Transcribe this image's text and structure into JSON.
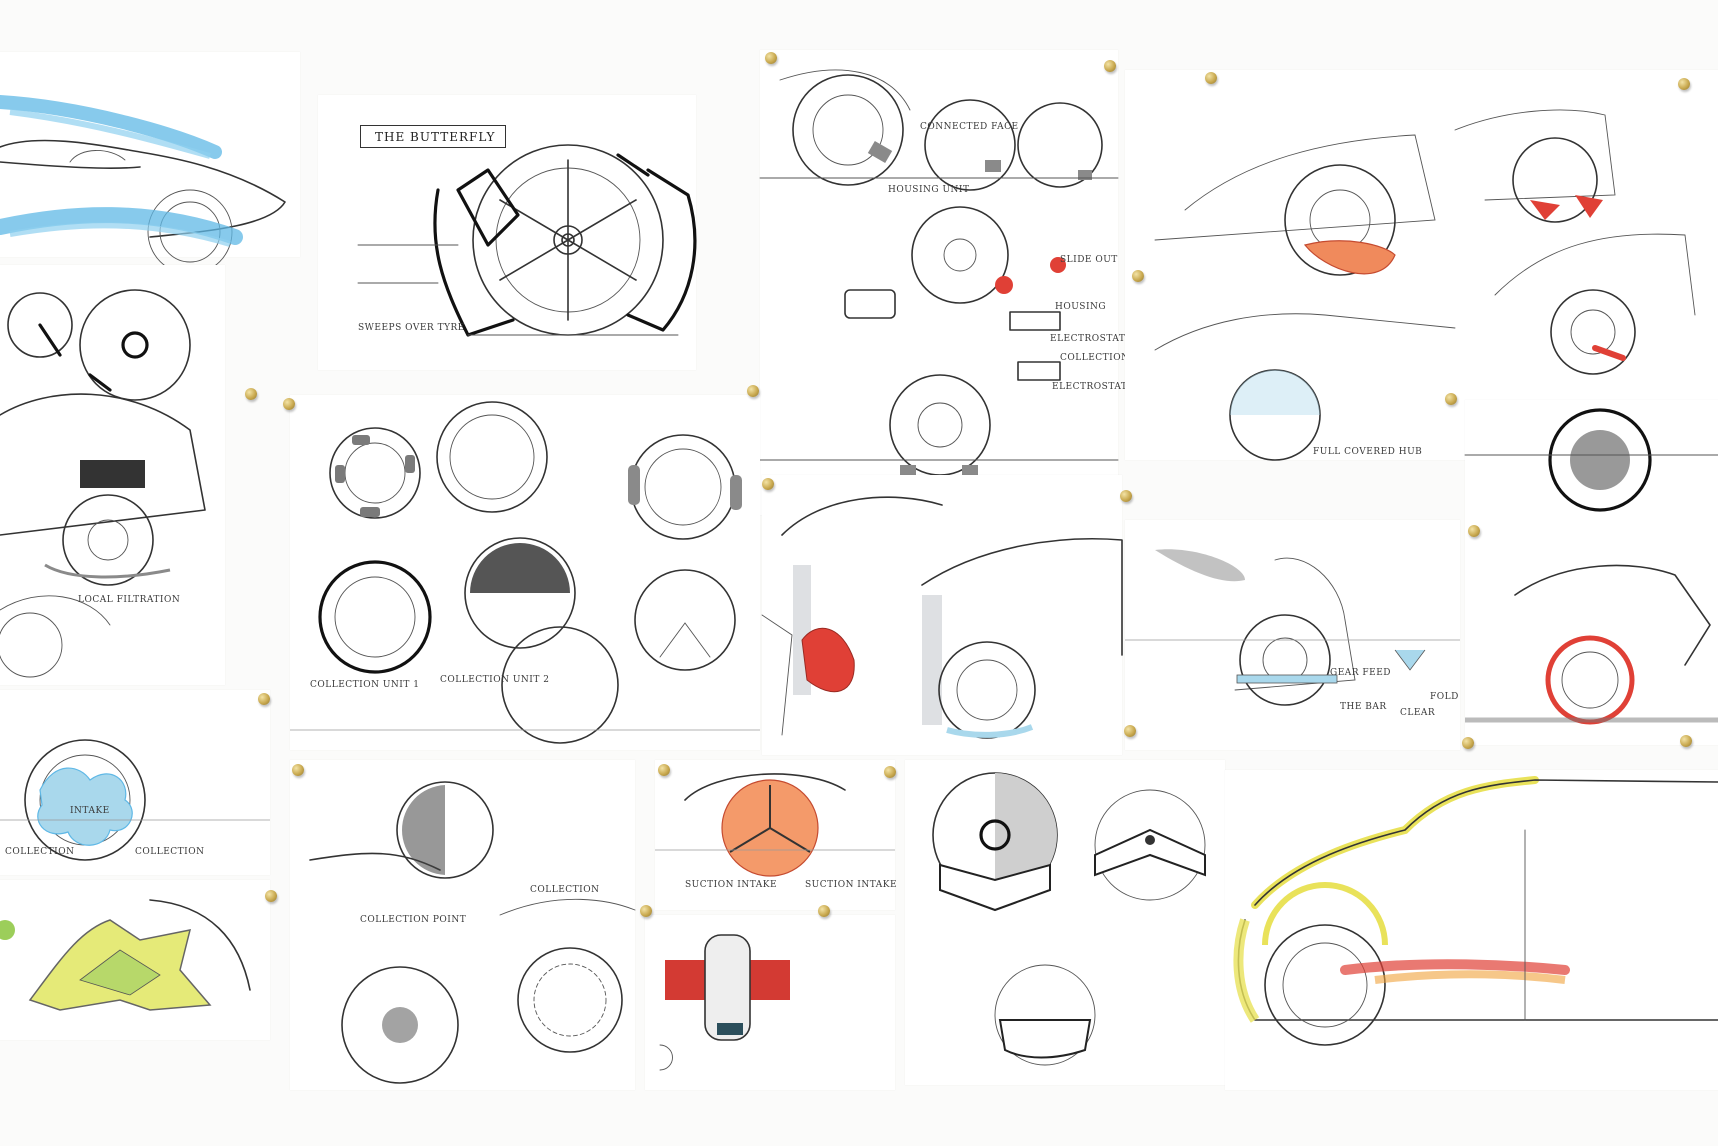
{
  "board": {
    "background": "#fbfbfa"
  },
  "labels": {
    "butterfly_title": "THE BUTTERFLY",
    "sweeps_over_tyre": "SWEEPS OVER TYRE",
    "connected_face": "CONNECTED FACE",
    "housing_unit": "HOUSING UNIT",
    "slide_out": "SLIDE OUT",
    "housing": "HOUSING",
    "electrostatic": "ELECTROSTATIC",
    "collection": "COLLECTION",
    "electrostatic_2": "ELECTROSTATIC",
    "local_filtration": "LOCAL FILTRATION",
    "collection_unit_1": "COLLECTION UNIT 1",
    "collection_unit_2": "COLLECTION UNIT 2",
    "full_covered_hub": "FULL COVERED HUB",
    "gear_feed": "GEAR FEED",
    "the_bar": "THE BAR",
    "fold": "FOLD",
    "clear": "CLEAR",
    "intake": "INTAKE",
    "collection_left": "COLLECTION",
    "collection_right": "COLLECTION",
    "collection_point": "COLLECTION POINT",
    "collection_label": "COLLECTION",
    "suction_intake_left": "SUCTION INTAKE",
    "suction_intake_right": "SUCTION INTAKE"
  },
  "colors": {
    "marker_blue": "#5fb8e6",
    "marker_red": "#e04036",
    "marker_orange": "#f08a5c",
    "marker_yellow": "#e9e25a",
    "marker_green": "#b7d86a",
    "light_blue": "#a9d8ec",
    "grey_wash": "#c9ccd2"
  }
}
